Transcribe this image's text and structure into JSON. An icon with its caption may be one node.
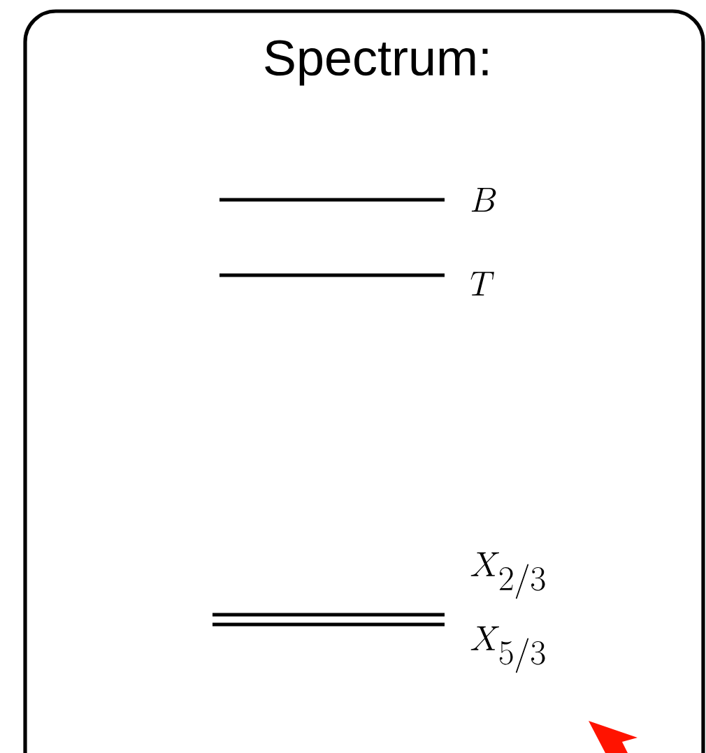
{
  "diagram": {
    "title": "Spectrum:",
    "labels": [
      "B",
      "T",
      "X_{2/3}",
      "X_{5/3}"
    ]
  }
}
